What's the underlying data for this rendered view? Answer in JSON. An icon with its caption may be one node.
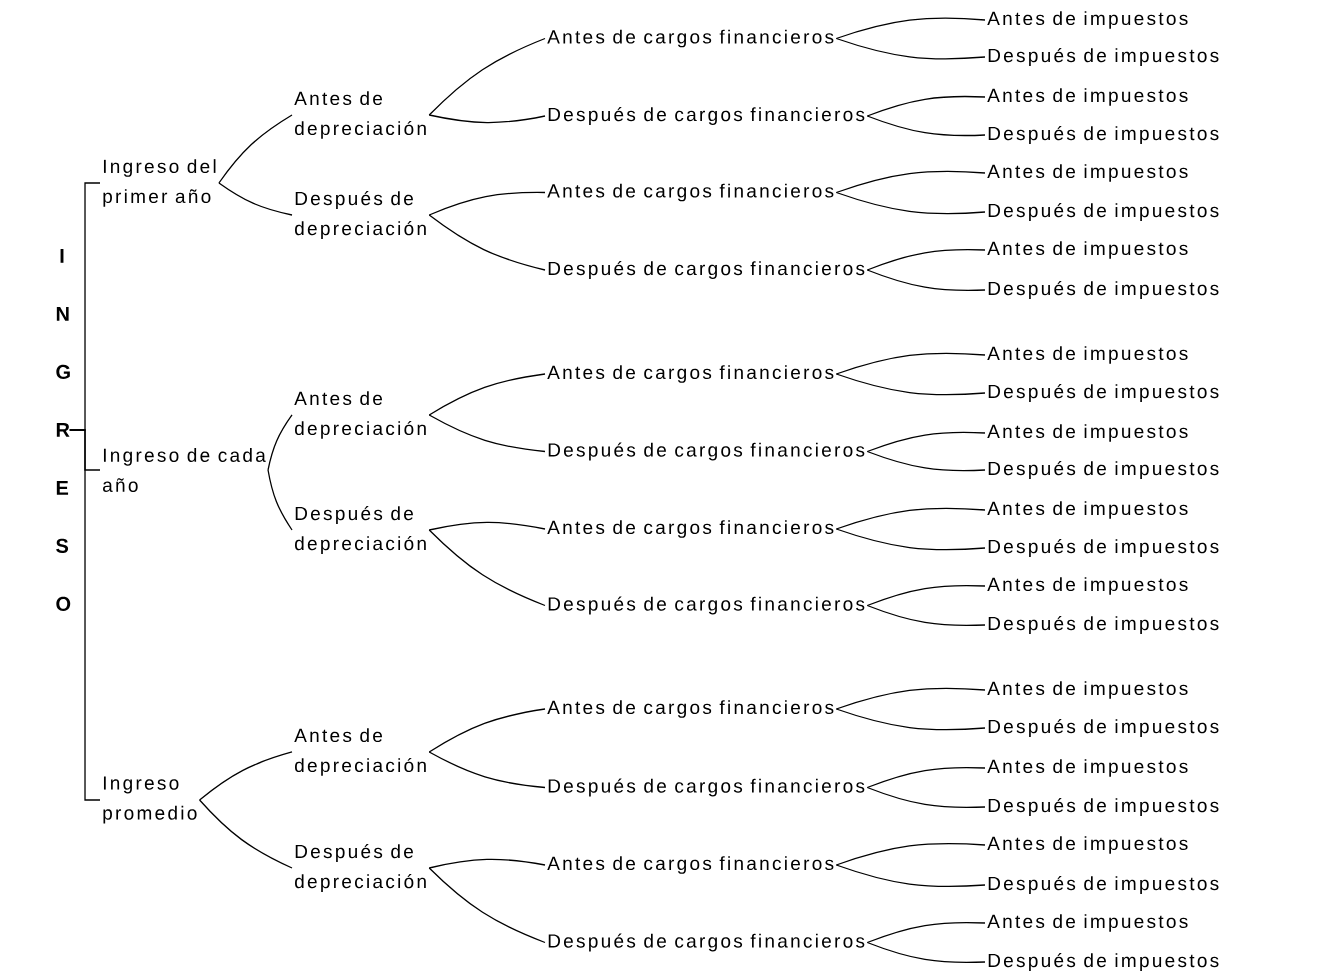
{
  "diagram": {
    "nodes": [
      {
        "text": [
          "INGRESO"
        ]
      },
      {
        "text": [
          "Ingreso del primer año"
        ]
      },
      {
        "text": [
          "Antes de depreciación"
        ]
      },
      {
        "text": [
          "Antes de cargos financieros"
        ]
      },
      {
        "text": [
          "Antes de impuestos"
        ]
      },
      {
        "text": [
          "Después de impuestos"
        ]
      },
      {
        "text": [
          "Después de cargos financieros"
        ]
      },
      {
        "text": [
          "Antes de impuestos"
        ]
      },
      {
        "text": [
          "Después de impuestos"
        ]
      },
      {
        "text": [
          "Después de depreciación"
        ]
      },
      {
        "text": [
          "Antes de cargos financieros"
        ]
      },
      {
        "text": [
          "Antes de impuestos"
        ]
      },
      {
        "text": [
          "Después de impuestos"
        ]
      },
      {
        "text": [
          "Después de cargos financieros"
        ]
      },
      {
        "text": [
          "Antes de impuestos"
        ]
      },
      {
        "text": [
          "Después de impuestos"
        ]
      },
      {
        "text": [
          "Ingreso de cada año"
        ]
      },
      {
        "text": [
          "Antes de depreciación"
        ]
      },
      {
        "text": [
          "Antes de cargos financieros"
        ]
      },
      {
        "text": [
          "Antes de impuestos"
        ]
      },
      {
        "text": [
          "Después de impuestos"
        ]
      },
      {
        "text": [
          "Después de cargos financieros"
        ]
      },
      {
        "text": [
          "Antes de impuestos"
        ]
      },
      {
        "text": [
          "Después de impuestos"
        ]
      },
      {
        "text": [
          "Después de depreciación"
        ]
      },
      {
        "text": [
          "Antes de cargos financieros"
        ]
      },
      {
        "text": [
          "Antes de impuestos"
        ]
      },
      {
        "text": [
          "Después de impuestos"
        ]
      },
      {
        "text": [
          "Después de cargos financieros"
        ]
      },
      {
        "text": [
          "Antes de impuestos"
        ]
      },
      {
        "text": [
          "Después de impuestos"
        ]
      },
      {
        "text": [
          "Ingreso promedio"
        ]
      },
      {
        "text": [
          "Antes de depreciación"
        ]
      },
      {
        "text": [
          "Antes de cargos financieros"
        ]
      },
      {
        "text": [
          "Antes de impuestos"
        ]
      },
      {
        "text": [
          "Después de impuestos"
        ]
      },
      {
        "text": [
          "Después de cargos financieros"
        ]
      },
      {
        "text": [
          "Antes de impuestos"
        ]
      },
      {
        "text": [
          "Después de impuestos"
        ]
      },
      {
        "text": [
          "Después de depreciación"
        ]
      },
      {
        "text": [
          "Antes de cargos financieros"
        ]
      },
      {
        "text": [
          "Antes de impuestos"
        ]
      },
      {
        "text": [
          "Después de impuestos"
        ]
      },
      {
        "text": [
          "Después de cargos financieros"
        ]
      },
      {
        "text": [
          "Antes de impuestos"
        ]
      },
      {
        "text": [
          "Después de impuestos"
        ]
      }
    ],
    "edges": [
      {
        "from": 0,
        "to": 1,
        "arrow": "none"
      },
      {
        "from": 1,
        "to": 2,
        "arrow": "none"
      },
      {
        "from": 2,
        "to": 3,
        "arrow": "none"
      },
      {
        "from": 3,
        "to": 4,
        "arrow": "none"
      },
      {
        "from": 3,
        "to": 5,
        "arrow": "none"
      },
      {
        "from": 2,
        "to": 6,
        "arrow": "none"
      },
      {
        "from": 6,
        "to": 7,
        "arrow": "none"
      },
      {
        "from": 6,
        "to": 8,
        "arrow": "none"
      },
      {
        "from": 1,
        "to": 9,
        "arrow": "none"
      },
      {
        "from": 9,
        "to": 10,
        "arrow": "none"
      },
      {
        "from": 10,
        "to": 11,
        "arrow": "none"
      },
      {
        "from": 10,
        "to": 12,
        "arrow": "none"
      },
      {
        "from": 9,
        "to": 13,
        "arrow": "none"
      },
      {
        "from": 13,
        "to": 14,
        "arrow": "none"
      },
      {
        "from": 13,
        "to": 15,
        "arrow": "none"
      },
      {
        "from": 0,
        "to": 16,
        "arrow": "none"
      },
      {
        "from": 16,
        "to": 17,
        "arrow": "none"
      },
      {
        "from": 17,
        "to": 18,
        "arrow": "none"
      },
      {
        "from": 18,
        "to": 19,
        "arrow": "none"
      },
      {
        "from": 18,
        "to": 20,
        "arrow": "none"
      },
      {
        "from": 17,
        "to": 21,
        "arrow": "none"
      },
      {
        "from": 21,
        "to": 22,
        "arrow": "none"
      },
      {
        "from": 21,
        "to": 23,
        "arrow": "none"
      },
      {
        "from": 16,
        "to": 24,
        "arrow": "none"
      },
      {
        "from": 24,
        "to": 25,
        "arrow": "none"
      },
      {
        "from": 25,
        "to": 26,
        "arrow": "none"
      },
      {
        "from": 25,
        "to": 27,
        "arrow": "none"
      },
      {
        "from": 24,
        "to": 28,
        "arrow": "none"
      },
      {
        "from": 28,
        "to": 29,
        "arrow": "none"
      },
      {
        "from": 28,
        "to": 30,
        "arrow": "none"
      },
      {
        "from": 0,
        "to": 31,
        "arrow": "none"
      },
      {
        "from": 31,
        "to": 32,
        "arrow": "none"
      },
      {
        "from": 32,
        "to": 33,
        "arrow": "none"
      },
      {
        "from": 33,
        "to": 34,
        "arrow": "none"
      },
      {
        "from": 33,
        "to": 35,
        "arrow": "none"
      },
      {
        "from": 32,
        "to": 36,
        "arrow": "none"
      },
      {
        "from": 36,
        "to": 37,
        "arrow": "none"
      },
      {
        "from": 36,
        "to": 38,
        "arrow": "none"
      },
      {
        "from": 31,
        "to": 39,
        "arrow": "none"
      },
      {
        "from": 39,
        "to": 40,
        "arrow": "none"
      },
      {
        "from": 40,
        "to": 41,
        "arrow": "none"
      },
      {
        "from": 40,
        "to": 42,
        "arrow": "none"
      },
      {
        "from": 39,
        "to": 43,
        "arrow": "none"
      },
      {
        "from": 43,
        "to": 44,
        "arrow": "none"
      },
      {
        "from": 43,
        "to": 45,
        "arrow": "none"
      }
    ]
  }
}
